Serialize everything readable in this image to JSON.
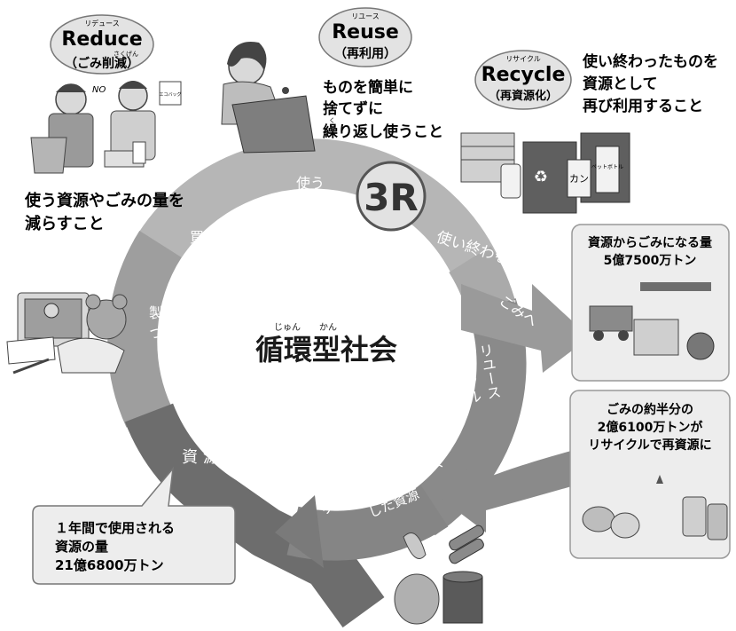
{
  "center": {
    "ruby_jun": "じゅん",
    "ruby_kan": "かん",
    "title": "循環型社会"
  },
  "badge": "3R",
  "cycle": {
    "use": "使う",
    "end_use": "使い終わる",
    "buy": "買う",
    "product_line1": "製品を",
    "product_line2": "つくる",
    "resource": "資 源",
    "to_waste": "ごみへ",
    "reuse_vertical": "リユース",
    "recycle_vertical": "リサイクル",
    "recycled_line1": "リサイクル・リユース",
    "recycled_line2": "した資源"
  },
  "reduce": {
    "ruby_top": "リデュース",
    "name": "Reduce",
    "ruby_sub": "さくげん",
    "sub": "（ごみ削減）",
    "desc_line1": "使う資源やごみの量を",
    "desc_line2": "減らすこと"
  },
  "reuse": {
    "ruby_top": "リユース",
    "name": "Reuse",
    "sub": "（再利用）",
    "desc_line1": "ものを簡単に",
    "desc_line2": "捨てずに",
    "desc_ruby": "く",
    "desc_line3": "繰り返し使うこと"
  },
  "recycle": {
    "ruby_top": "リサイクル",
    "name": "Recycle",
    "sub": "（再資源化）",
    "desc_line1": "使い終わったものを",
    "desc_line2": "資源として",
    "desc_line3": "再び利用すること"
  },
  "waste_box": {
    "line1": "資源からごみになる量",
    "line2": "5億7500万トン"
  },
  "recycle_box": {
    "line1": "ごみの約半分の",
    "line2": "2億6100万トンが",
    "line3": "リサイクルで再資源に"
  },
  "resource_callout": {
    "line1": "１年間で使用される",
    "line2": "資源の量",
    "line3": "21億6800万トン"
  },
  "illustration_text": {
    "no": "NO",
    "eco_bag": "エコバッグ",
    "bin_can": "カン",
    "bin_pet": "ペットボトル"
  },
  "colors": {
    "ring_light": "#b3b3b3",
    "ring_mid": "#8e8e8e",
    "ring_dark": "#6a6a6a",
    "box_bg": "#ededed",
    "box_border": "#9a9a9a"
  }
}
